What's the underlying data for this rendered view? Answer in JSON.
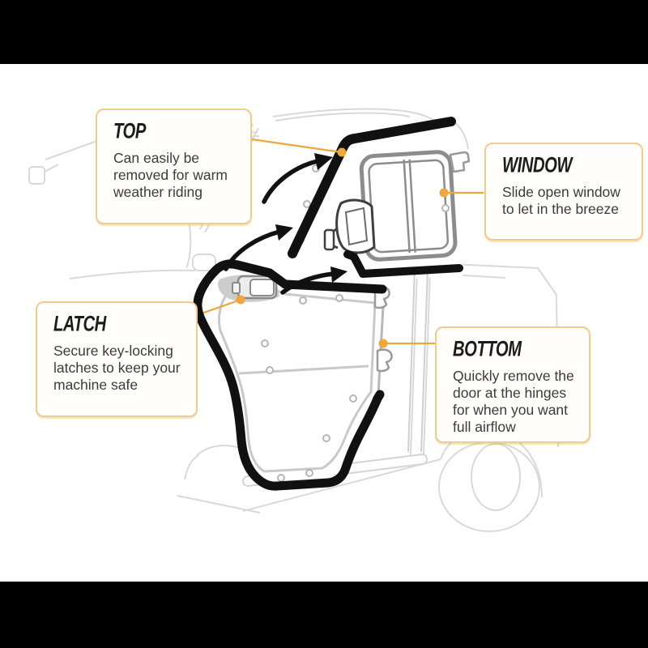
{
  "callouts": [
    {
      "key": "top",
      "title": "TOP",
      "lines": [
        "Can easily be",
        "removed for warm",
        "weather riding"
      ]
    },
    {
      "key": "window",
      "title": "WINDOW",
      "lines": [
        "Slide open window",
        "to let in the breeze"
      ]
    },
    {
      "key": "latch",
      "title": "LATCH",
      "lines": [
        "Secure key-locking",
        "latches to keep your",
        "machine safe"
      ]
    },
    {
      "key": "bottom",
      "title": "BOTTOM",
      "lines": [
        "Quickly remove the",
        "door at the hinges",
        "for when you want",
        "full airflow"
      ]
    }
  ],
  "colors": {
    "letterbox": "#000000",
    "background": "#ffffff",
    "callout_border": "#f1cb8b",
    "leader_line": "#eca63e",
    "leader_dot": "#efa63a",
    "door_outline": "#111111",
    "detail_gray": "#9a9a9a",
    "faint_gray": "#d9d9d9",
    "title_text": "#1c1c1c",
    "body_text": "#3b3b3b"
  },
  "diagram": {
    "parts": [
      "vehicle-outline",
      "upper-door-frame",
      "sliding-window",
      "side-mirror",
      "door-latch",
      "lower-door-panel",
      "hinge-brackets",
      "removal-arrows",
      "rear-wheel",
      "rock-slider"
    ]
  }
}
